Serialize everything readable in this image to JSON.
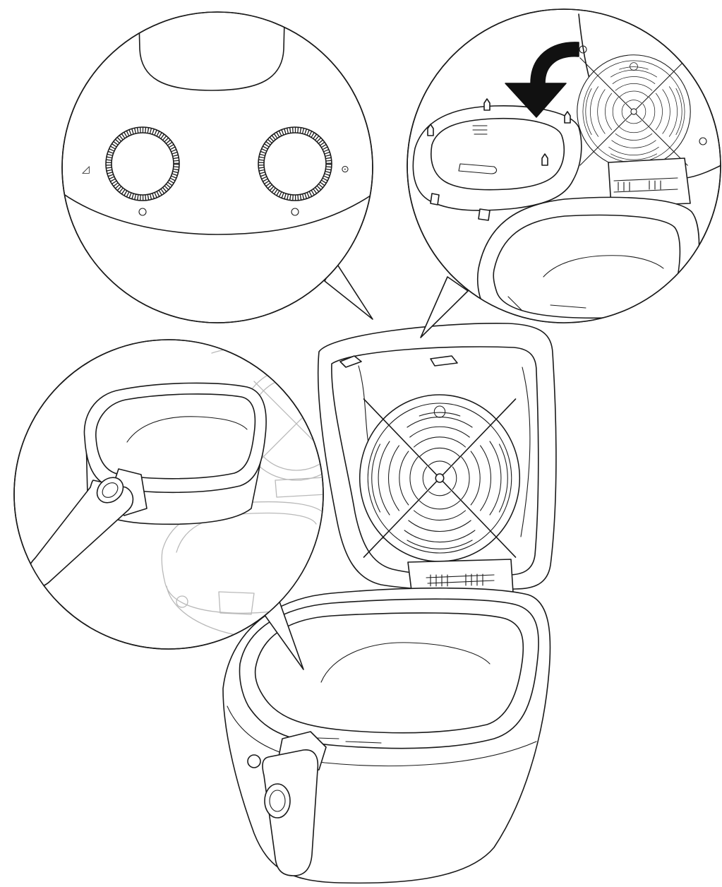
{
  "figure": {
    "callouts": [
      {
        "id": "control-panel",
        "content": "two-dial-control-panel"
      },
      {
        "id": "lid-filter",
        "content": "lid-filter-frame-insertion"
      },
      {
        "id": "basket",
        "content": "removable-basket-with-handle"
      }
    ],
    "symbols": {
      "timer_symbol": "◿",
      "power_symbol": "⊙"
    },
    "icons": {
      "arrow": "curved-down-arrow-icon",
      "filter": "radial-grid-filter-icon"
    },
    "colors": {
      "line": "#1a1a1a",
      "ghost_line": "#b9b9b9",
      "arrow_fill": "#111111",
      "background": "#ffffff"
    }
  }
}
